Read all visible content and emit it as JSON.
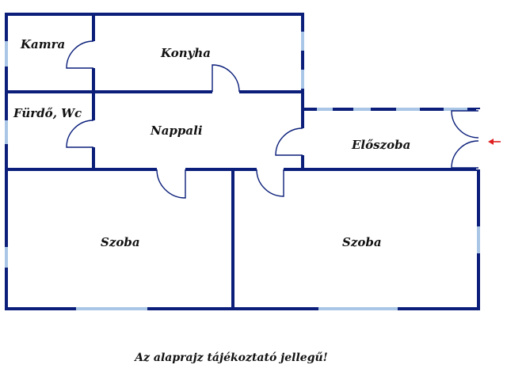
{
  "rooms": {
    "kamra": "Kamra",
    "konyha": "Konyha",
    "furdo": "Fürdő, Wc",
    "nappali": "Nappali",
    "eloszoba": "Előszoba",
    "szoba_left": "Szoba",
    "szoba_right": "Szoba"
  },
  "caption": "Az alaprajz tájékoztató jellegű!",
  "colors": {
    "wall": "#0b1f7a",
    "window": "#a9c6e6",
    "entrance_arrow": "#e02020"
  },
  "icons": {
    "entrance": "entrance-arrow-icon"
  }
}
